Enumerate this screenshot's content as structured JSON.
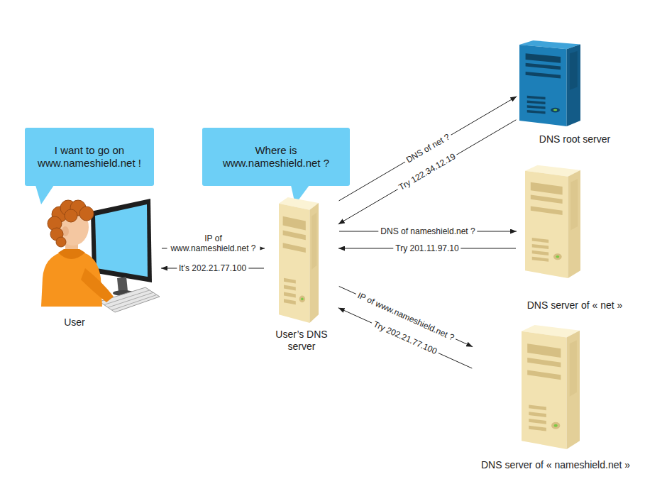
{
  "diagram": {
    "nodes": [
      {
        "text": [
          "I want to go on www.nameshield.net !"
        ]
      },
      {
        "text": [
          "User"
        ]
      },
      {
        "text": [
          "Where is www.nameshield.net ?"
        ]
      },
      {
        "text": [
          "User’s DNS server"
        ]
      },
      {
        "text": [
          "DNS root server"
        ]
      },
      {
        "text": [
          "DNS server of « net »"
        ]
      },
      {
        "text": [
          "DNS server of « nameshield.net »"
        ]
      }
    ],
    "edges": [
      {
        "from": 1,
        "to": 3,
        "arrow": "to",
        "label": "IP of www.nameshield.net ?"
      },
      {
        "from": 3,
        "to": 1,
        "arrow": "to",
        "label": "It’s 202.21.77.100"
      },
      {
        "from": 3,
        "to": 4,
        "arrow": "to",
        "label": "DNS of net ?"
      },
      {
        "from": 4,
        "to": 3,
        "arrow": "to",
        "label": "Try 122.34.12.19"
      },
      {
        "from": 3,
        "to": 5,
        "arrow": "to",
        "label": "DNS of nameshield.net ?"
      },
      {
        "from": 5,
        "to": 3,
        "arrow": "to",
        "label": "Try 201.11.97.10"
      },
      {
        "from": 3,
        "to": 6,
        "arrow": "to",
        "label": "IP of www.nameshield.net ?"
      },
      {
        "from": 6,
        "to": 3,
        "arrow": "to",
        "label": "Try 202.21.77.100"
      }
    ]
  }
}
